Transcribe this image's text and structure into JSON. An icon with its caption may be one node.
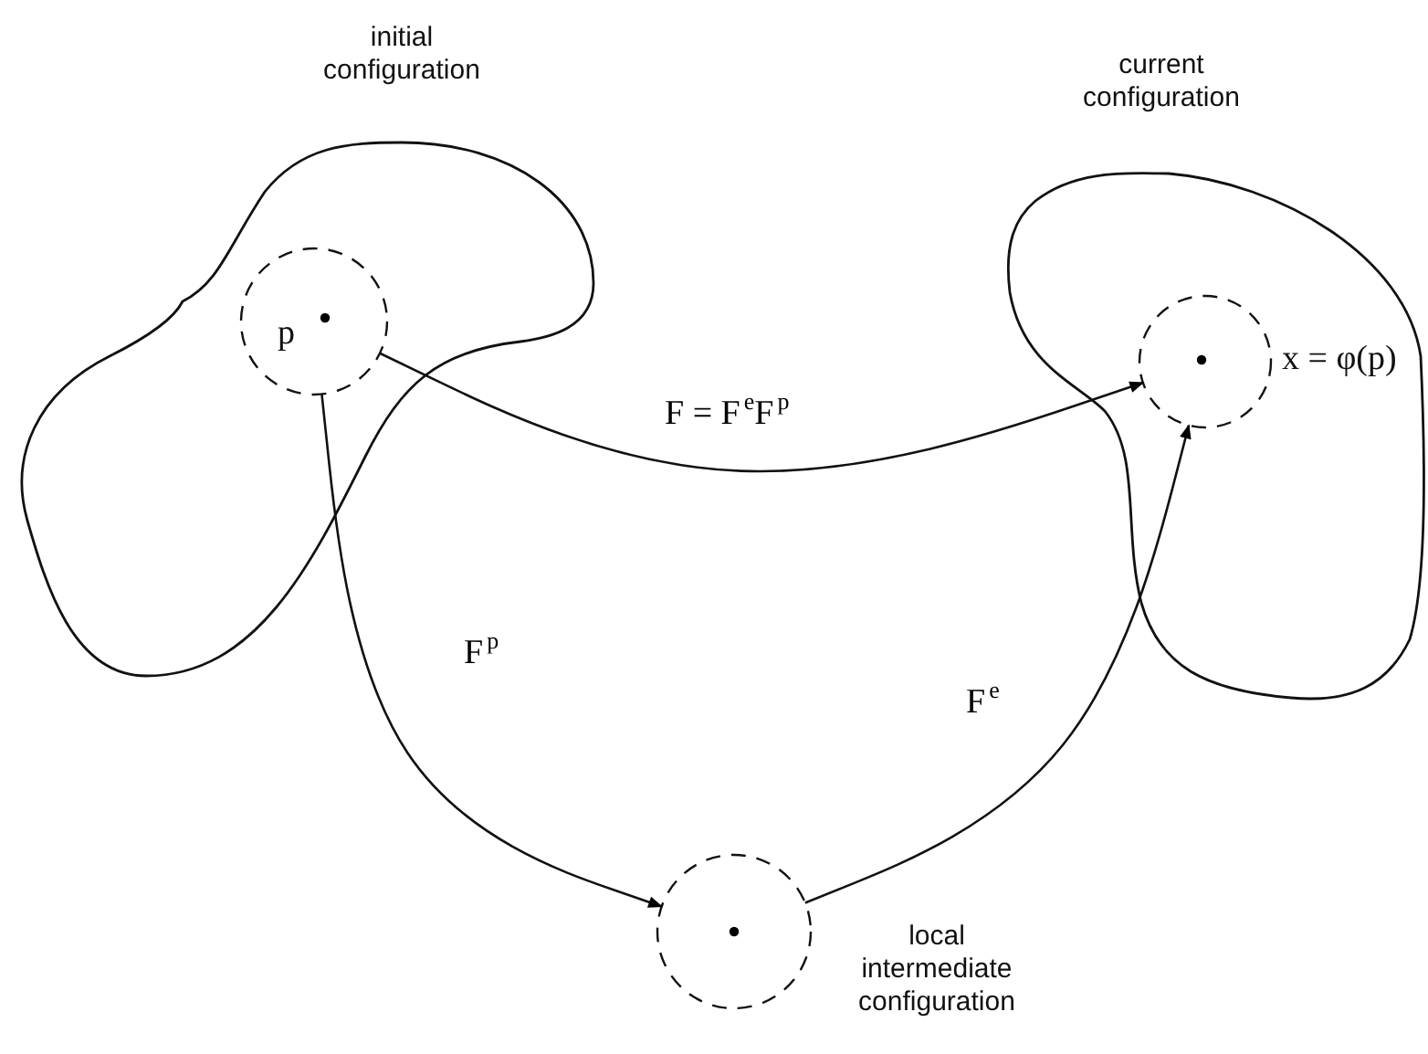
{
  "diagram": {
    "nodes": [
      {
        "text": [
          "initial configuration"
        ]
      },
      {
        "text": [
          "p"
        ],
        "in": 0
      },
      {
        "text": [
          "current configuration"
        ]
      },
      {
        "text": [
          "x = φ(p)"
        ],
        "in": 2
      },
      {
        "text": [
          "local intermediate configuration"
        ]
      }
    ],
    "edges": [
      {
        "from": 1,
        "to": 3,
        "arrow": "to",
        "label": "F = F$^{e}$F$^{p}$"
      },
      {
        "from": 1,
        "to": 4,
        "arrow": "to",
        "label": "F$^{p}$"
      },
      {
        "from": 4,
        "to": 3,
        "arrow": "to",
        "label": "F$^{e}$"
      }
    ]
  }
}
